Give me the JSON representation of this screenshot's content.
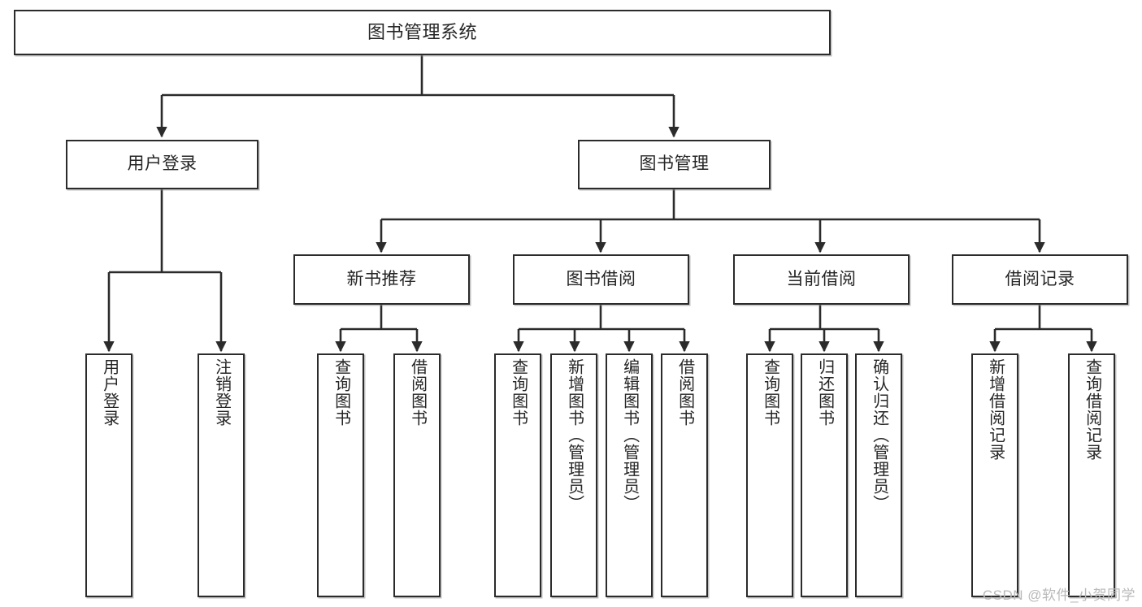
{
  "diagram": {
    "title": "图书管理系统",
    "watermark": "CSDN @软件_小贺同学",
    "colors": {
      "border": "#2b2b2b",
      "background": "#ffffff",
      "text": "#262626",
      "edge": "#2b2b2b",
      "watermark": "#b9b9b9"
    },
    "root": {
      "label": "图书管理系统"
    },
    "level1": [
      {
        "label": "用户登录"
      },
      {
        "label": "图书管理"
      }
    ],
    "level2": [
      {
        "label": "新书推荐"
      },
      {
        "label": "图书借阅"
      },
      {
        "label": "当前借阅"
      },
      {
        "label": "借阅记录"
      }
    ],
    "leaves": {
      "user_login": [
        {
          "label": "用户登录"
        },
        {
          "label": "注销登录"
        }
      ],
      "new_book_recommend": [
        {
          "label": "查询图书"
        },
        {
          "label": "借阅图书"
        }
      ],
      "book_borrow": [
        {
          "label": "查询图书"
        },
        {
          "label": "新增图书（管理员）"
        },
        {
          "label": "编辑图书（管理员）"
        },
        {
          "label": "借阅图书"
        }
      ],
      "current_borrow": [
        {
          "label": "查询图书"
        },
        {
          "label": "归还图书"
        },
        {
          "label": "确认归还（管理员）"
        }
      ],
      "borrow_record": [
        {
          "label": "新增借阅记录"
        },
        {
          "label": "查询借阅记录"
        }
      ]
    }
  }
}
